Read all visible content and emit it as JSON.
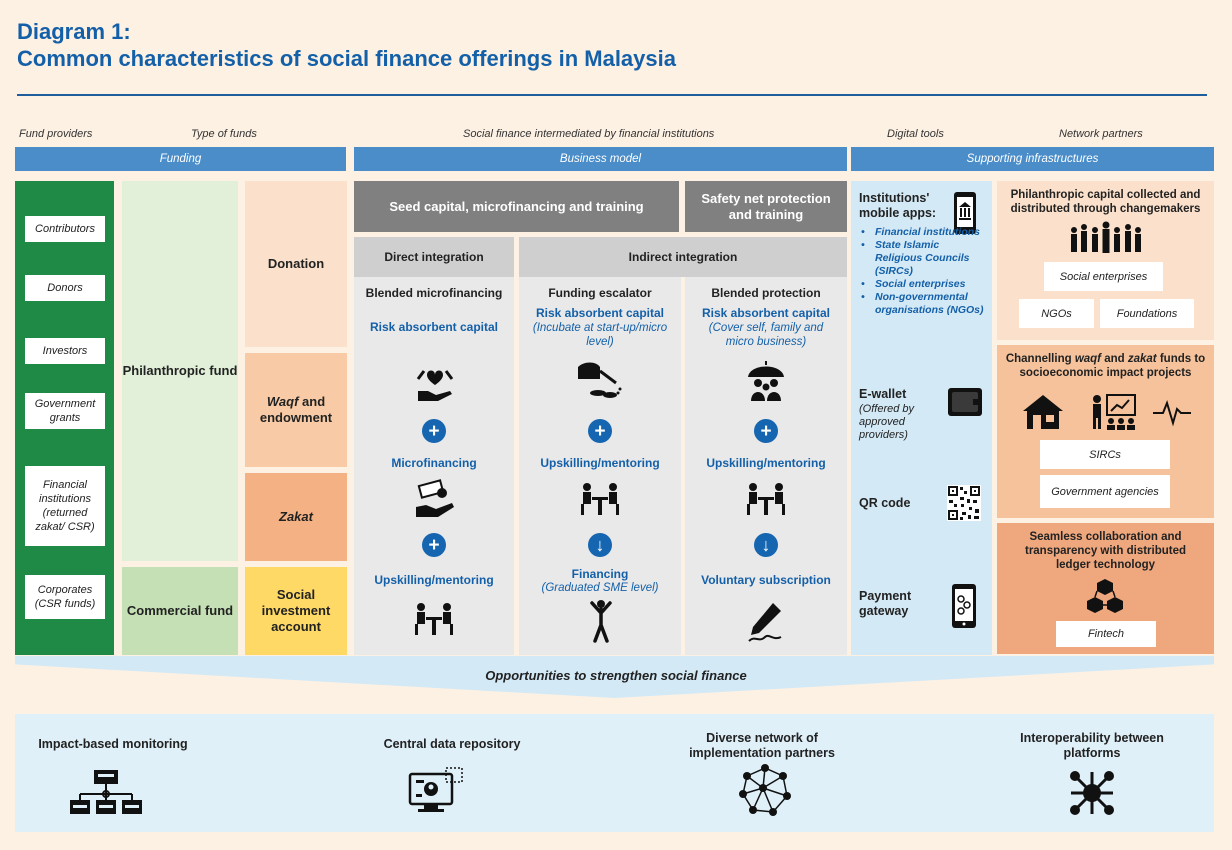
{
  "header": {
    "line1": "Diagram 1:",
    "line2": "Common characteristics of social finance offerings in Malaysia"
  },
  "column_headers": {
    "fund_providers": "Fund providers",
    "type_of_funds": "Type of funds",
    "intermediated": "Social finance intermediated by financial institutions",
    "digital_tools": "Digital tools",
    "network_partners": "Network partners"
  },
  "bands": {
    "funding": "Funding",
    "business_model": "Business model",
    "supporting": "Supporting infrastructures"
  },
  "fund_providers": [
    "Contributors",
    "Donors",
    "Investors",
    "Government grants",
    "Financial institutions (returned zakat/ CSR)",
    "Corporates (CSR funds)"
  ],
  "fund_types": {
    "philanthropic": "Philanthropic fund",
    "commercial": "Commercial fund"
  },
  "fund_categories": {
    "donation": "Donation",
    "waqf_word": "Waqf",
    "waqf_rest": " and endowment",
    "zakat": "Zakat",
    "social_investment": "Social investment account"
  },
  "business_model": {
    "seed_header": "Seed capital, microfinancing and training",
    "safety_header": "Safety net protection and training",
    "direct": "Direct integration",
    "indirect": "Indirect integration",
    "col1": {
      "title": "Blended microfinancing",
      "line1": "Risk absorbent capital",
      "op1": "+",
      "line2": "Microfinancing",
      "op2": "+",
      "line3": "Upskilling/mentoring"
    },
    "col2": {
      "title": "Funding escalator",
      "line1": "Risk absorbent capital",
      "line1_sub": "(Incubate at start-up/micro level)",
      "op1": "+",
      "line2": "Upskilling/mentoring",
      "op2": "↓",
      "line3": "Financing",
      "line3_sub": "(Graduated SME level)"
    },
    "col3": {
      "title": "Blended protection",
      "line1": "Risk absorbent capital",
      "line1_sub": "(Cover self, family and micro business)",
      "op1": "+",
      "line2": "Upskilling/mentoring",
      "op2": "↓",
      "line3": "Voluntary subscription"
    }
  },
  "digital_tools": {
    "apps_title": "Institutions' mobile apps:",
    "apps_list": [
      "Financial institutions",
      "State Islamic Religious Councils (SIRCs)",
      "Social enterprises",
      "Non-governmental organisations (NGOs)"
    ],
    "ewallet": "E-wallet",
    "ewallet_sub": "(Offered by approved providers)",
    "qr": "QR code",
    "payment": "Payment gateway"
  },
  "network_partners": {
    "box1_title": "Philanthropic capital collected and distributed through changemakers",
    "box1_items": [
      "Social enterprises",
      "NGOs",
      "Foundations"
    ],
    "box2_title_a": "Channelling ",
    "box2_waqf": "waqf",
    "box2_and": " and ",
    "box2_zakat": "zakat",
    "box2_title_b": " funds to socioeconomic impact projects",
    "box2_items": [
      "SIRCs",
      "Government agencies"
    ],
    "box3_title": "Seamless collaboration and transparency with distributed ledger technology",
    "box3_items": [
      "Fintech"
    ]
  },
  "opportunities": {
    "title": "Opportunities to strengthen social finance",
    "items": [
      "Impact-based monitoring",
      "Central data repository",
      "Diverse network of implementation partners",
      "Interoperability between platforms"
    ]
  },
  "icons": [
    "bank-icon",
    "heart-hand-icon",
    "money-hand-icon",
    "mentoring-icon",
    "watering-can-icon",
    "umbrella-family-icon",
    "jumping-person-icon",
    "pen-signature-icon",
    "wallet-icon",
    "qr-code-icon",
    "payment-phone-icon",
    "crowd-icon",
    "house-icon",
    "presenter-icon",
    "pulse-icon",
    "blocks-icon",
    "org-chart-icon",
    "data-monitor-icon",
    "network-icon",
    "hub-icon"
  ],
  "colors": {
    "title_blue": "#1460a8",
    "band_blue": "#4a8dc8",
    "provider_green": "#1f8a45",
    "philanthropic_green": "#e2f0d9",
    "commercial_green": "#c5e0b4",
    "donation_peach": "#fbe1cb",
    "waqf_peach": "#f8cba6",
    "zakat_orange": "#f4b183",
    "social_investment_yellow": "#ffd966",
    "business_grey": "#808080",
    "digital_lightblue": "#d3e9f6"
  }
}
